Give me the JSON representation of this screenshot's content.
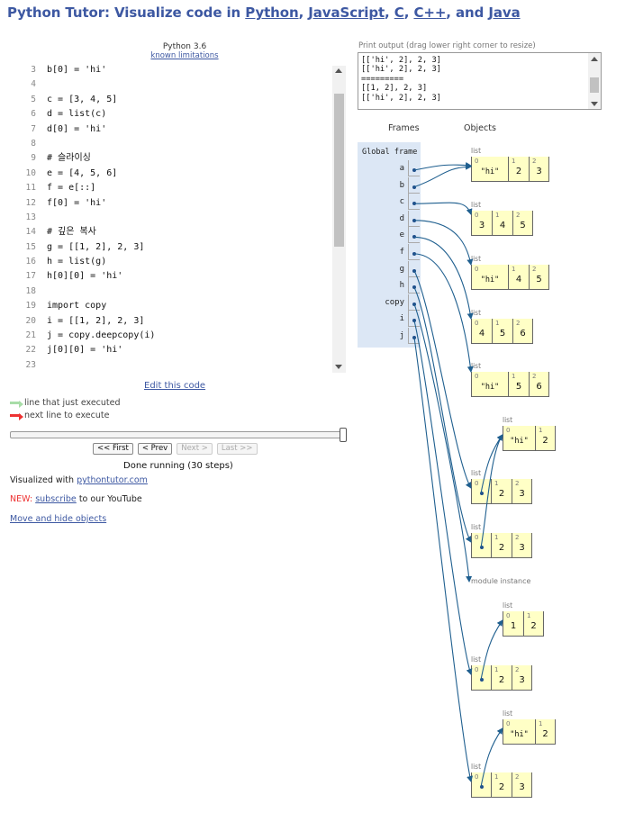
{
  "header": {
    "prefix": "Python Tutor: Visualize code in",
    "links": [
      "Python",
      "JavaScript",
      "C",
      "C++",
      "Java"
    ],
    "sep1": ",",
    "sep2": ",",
    "sep3": ",",
    "sep4": ", and"
  },
  "editor": {
    "language": "Python 3.6",
    "limitations_link": "known limitations",
    "lines": [
      {
        "n": "3",
        "t": "b[0] = 'hi'"
      },
      {
        "n": "4",
        "t": ""
      },
      {
        "n": "5",
        "t": "c = [3, 4, 5]"
      },
      {
        "n": "6",
        "t": "d = list(c)"
      },
      {
        "n": "7",
        "t": "d[0] = 'hi'"
      },
      {
        "n": "8",
        "t": ""
      },
      {
        "n": "9",
        "t": "# 슬라이싱"
      },
      {
        "n": "10",
        "t": "e = [4, 5, 6]"
      },
      {
        "n": "11",
        "t": "f = e[::]"
      },
      {
        "n": "12",
        "t": "f[0] = 'hi'"
      },
      {
        "n": "13",
        "t": ""
      },
      {
        "n": "14",
        "t": "# 깊은 복사"
      },
      {
        "n": "15",
        "t": "g = [[1, 2], 2, 3]"
      },
      {
        "n": "16",
        "t": "h = list(g)"
      },
      {
        "n": "17",
        "t": "h[0][0] = 'hi'"
      },
      {
        "n": "18",
        "t": ""
      },
      {
        "n": "19",
        "t": "import copy"
      },
      {
        "n": "20",
        "t": "i = [[1, 2], 2, 3]"
      },
      {
        "n": "21",
        "t": "j = copy.deepcopy(i)"
      },
      {
        "n": "22",
        "t": "j[0][0] = 'hi'"
      },
      {
        "n": "23",
        "t": ""
      }
    ],
    "edit_link": "Edit this code"
  },
  "legend": {
    "just_executed": "line that just executed",
    "next_line": "next line to execute"
  },
  "navigation": {
    "first": "<< First",
    "prev": "< Prev",
    "next": "Next >",
    "last": "Last >>",
    "status": "Done running (30 steps)",
    "progress": 1.0
  },
  "footer": {
    "visualized_with": "Visualized with",
    "site_link": "pythontutor.com",
    "new_label": "NEW:",
    "subscribe_link": "subscribe",
    "youtube_text": "to our YouTube",
    "move_hide_link": "Move and hide objects"
  },
  "print_output": {
    "label": "Print output (drag lower right corner to resize)",
    "text": "[['hi', 2], 2, 3]\n[['hi', 2], 2, 3]\n=========\n[[1, 2], 2, 3]\n[['hi', 2], 2, 3]"
  },
  "viz": {
    "frames_header": "Frames",
    "objects_header": "Objects",
    "frame_title": "Global frame",
    "variables": [
      "a",
      "b",
      "c",
      "d",
      "e",
      "f",
      "g",
      "h",
      "copy",
      "i",
      "j"
    ],
    "module_instance": "module instance",
    "objects": [
      {
        "id": "L1",
        "kind": "list",
        "cells": [
          {
            "i": "0",
            "v": "\"hi\"",
            "s": true
          },
          {
            "i": "1",
            "v": "2"
          },
          {
            "i": "2",
            "v": "3"
          }
        ]
      },
      {
        "id": "L2",
        "kind": "list",
        "cells": [
          {
            "i": "0",
            "v": "3"
          },
          {
            "i": "1",
            "v": "4"
          },
          {
            "i": "2",
            "v": "5"
          }
        ]
      },
      {
        "id": "L3",
        "kind": "list",
        "cells": [
          {
            "i": "0",
            "v": "\"hi\"",
            "s": true
          },
          {
            "i": "1",
            "v": "4"
          },
          {
            "i": "2",
            "v": "5"
          }
        ]
      },
      {
        "id": "L4",
        "kind": "list",
        "cells": [
          {
            "i": "0",
            "v": "4"
          },
          {
            "i": "1",
            "v": "5"
          },
          {
            "i": "2",
            "v": "6"
          }
        ]
      },
      {
        "id": "L5",
        "kind": "list",
        "cells": [
          {
            "i": "0",
            "v": "\"hi\"",
            "s": true
          },
          {
            "i": "1",
            "v": "5"
          },
          {
            "i": "2",
            "v": "6"
          }
        ]
      },
      {
        "id": "L6",
        "kind": "list",
        "cells": [
          {
            "i": "0",
            "v": "\"hi\"",
            "s": true
          },
          {
            "i": "1",
            "v": "2"
          }
        ]
      },
      {
        "id": "L7",
        "kind": "list",
        "cells": [
          {
            "i": "0",
            "v": "",
            "p": true
          },
          {
            "i": "1",
            "v": "2"
          },
          {
            "i": "2",
            "v": "3"
          }
        ]
      },
      {
        "id": "L8",
        "kind": "list",
        "cells": [
          {
            "i": "0",
            "v": "",
            "p": true
          },
          {
            "i": "1",
            "v": "2"
          },
          {
            "i": "2",
            "v": "3"
          }
        ]
      },
      {
        "id": "L9",
        "kind": "list",
        "cells": [
          {
            "i": "0",
            "v": "1"
          },
          {
            "i": "1",
            "v": "2"
          }
        ]
      },
      {
        "id": "L10",
        "kind": "list",
        "cells": [
          {
            "i": "0",
            "v": "",
            "p": true
          },
          {
            "i": "1",
            "v": "2"
          },
          {
            "i": "2",
            "v": "3"
          }
        ]
      },
      {
        "id": "L11",
        "kind": "list",
        "cells": [
          {
            "i": "0",
            "v": "\"hi\"",
            "s": true
          },
          {
            "i": "1",
            "v": "2"
          }
        ]
      },
      {
        "id": "L12",
        "kind": "list",
        "cells": [
          {
            "i": "0",
            "v": "",
            "p": true
          },
          {
            "i": "1",
            "v": "2"
          },
          {
            "i": "2",
            "v": "3"
          }
        ]
      }
    ]
  },
  "colors": {
    "link": "#3D58A2",
    "arrow": "#1f5f8f",
    "frame_bg": "#dce7f5",
    "heap_cell": "#ffffc6",
    "new_red": "#ee3333"
  }
}
